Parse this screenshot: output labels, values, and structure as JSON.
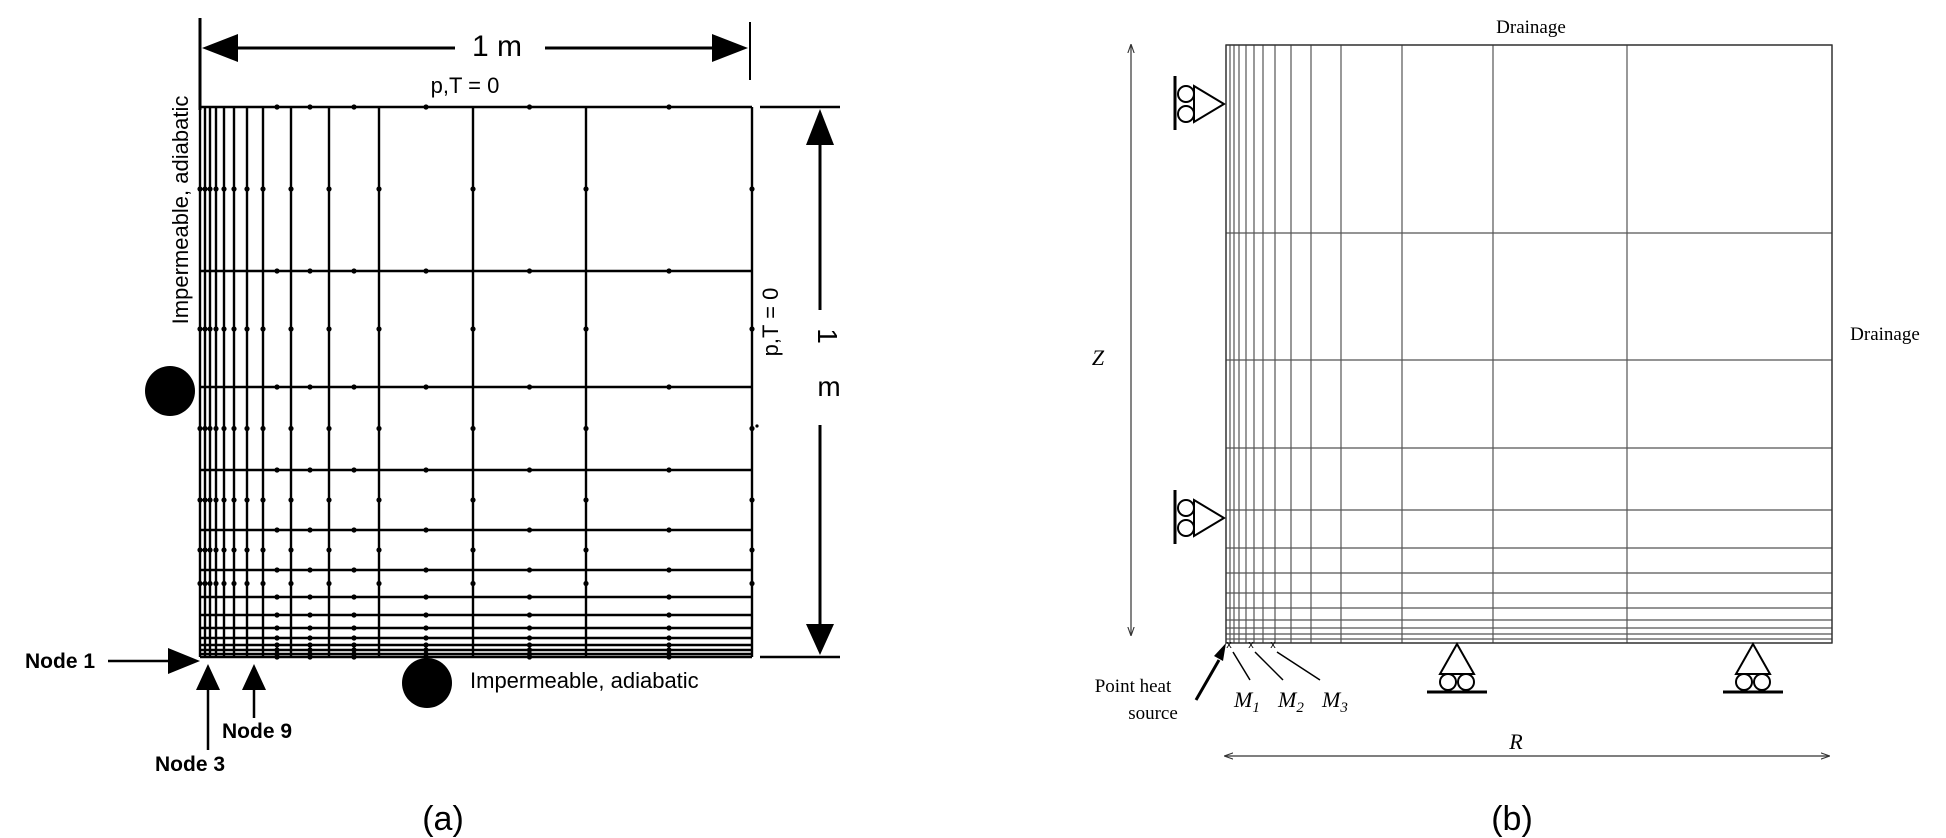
{
  "panel_a": {
    "caption": "(a)",
    "width_label": "1 m",
    "top_bc": "p,T = 0",
    "right_bc": "p,T = 0",
    "height_label_1": "1",
    "height_label_2": "m",
    "left_bc": "Impermeable, adiabatic",
    "bottom_bc": "Impermeable, adiabatic",
    "node_1": "Node 1",
    "node_3": "Node 3",
    "node_9": "Node 9"
  },
  "panel_b": {
    "caption": "(b)",
    "top_bc": "Drainage",
    "right_bc": "Drainage",
    "z_label": "Z",
    "r_label": "R",
    "heat_source_1": "Point heat",
    "heat_source_2": "source",
    "m1": "M",
    "m1_sub": "1",
    "m2": "M",
    "m2_sub": "2",
    "m3": "M",
    "m3_sub": "3"
  }
}
